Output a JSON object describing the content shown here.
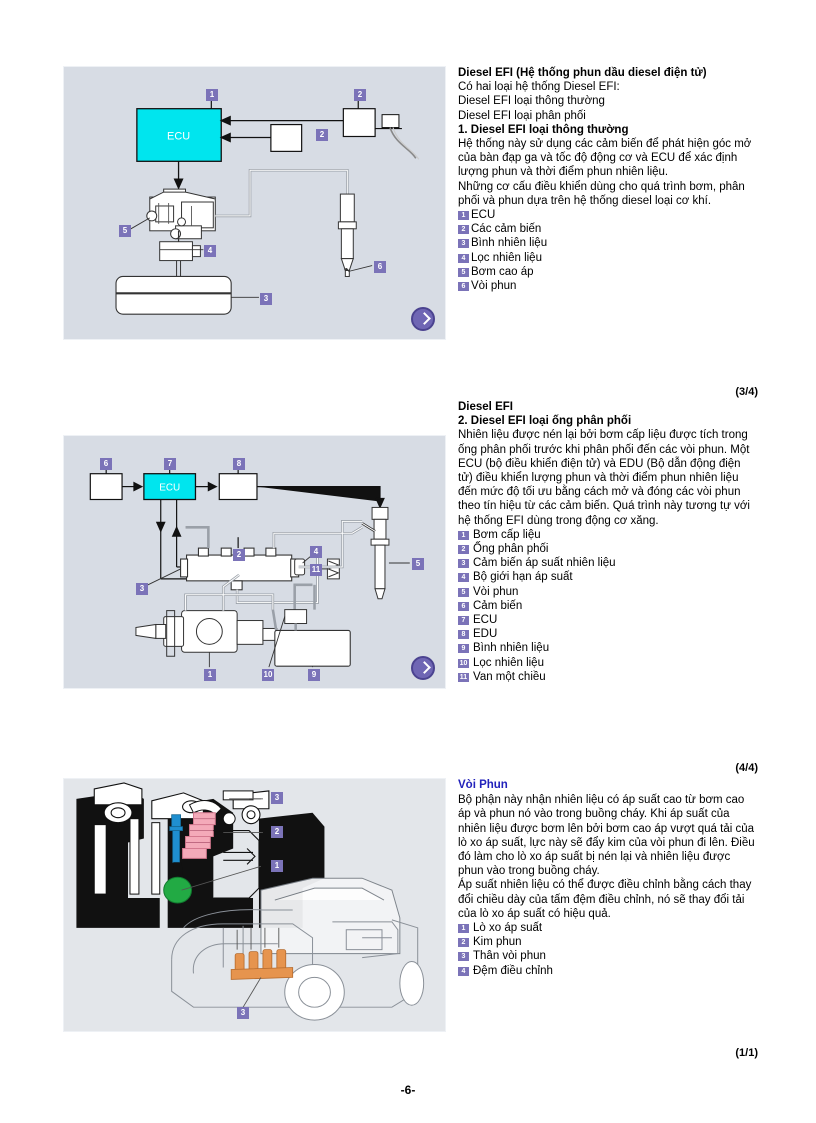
{
  "page": {
    "number": "-6-"
  },
  "sections": [
    {
      "id": "diesel-efi-conventional",
      "heading": "Diesel EFI  (Hệ thống phun dầu diesel điện tử)",
      "paragraphs": [
        "Có hai loại hệ thống Diesel EFI:",
        "Diesel EFI loại thông thường",
        "Diesel EFI loại phân phối"
      ],
      "subheading": "1. Diesel EFI loại thông thường",
      "body": [
        "Hệ thống này sử dụng các cảm biến để phát hiện góc mở của bàn đạp ga và tốc độ động cơ và ECU để xác định lượng phun và thời điểm phun nhiên liệu.",
        "Những cơ cấu điều khiển dùng cho quá trình bơm, phân phối và phun dựa trên hệ thống diesel loại cơ khí."
      ],
      "legend": [
        {
          "n": "1",
          "label": "ECU"
        },
        {
          "n": "2",
          "label": "Các cảm biến"
        },
        {
          "n": "3",
          "label": "Bình nhiên liệu"
        },
        {
          "n": "4",
          "label": "Lọc nhiên liệu"
        },
        {
          "n": "5",
          "label": "Bơm cao áp"
        },
        {
          "n": "6",
          "label": "Vòi phun"
        }
      ],
      "count": "(3/4)"
    },
    {
      "id": "diesel-efi-common-rail",
      "heading": "Diesel EFI",
      "subheading": "2. Diesel EFI loại ống phân phối",
      "body": [
        "Nhiên liệu được nén lại bởi bơm cấp liệu được tích trong ống phân phối trước khi phân phối đến các vòi phun. Một ECU (bộ điều khiển điện tử) và EDU (Bộ dẫn động điện tử) điều khiển lượng phun và thời điểm phun nhiên liệu đến mức độ tối ưu bằng cách mở và đóng các vòi phun theo tín hiệu từ các cảm biến. Quá trình này tương tự với hệ thống EFI dùng trong động cơ xăng."
      ],
      "legend": [
        {
          "n": "1",
          "label": "Bơm cấp liệu"
        },
        {
          "n": "2",
          "label": "Ống phân phối"
        },
        {
          "n": "3",
          "label": "Cảm biến áp suất nhiên liệu"
        },
        {
          "n": "4",
          "label": "Bộ giới hạn áp suất"
        },
        {
          "n": "5",
          "label": "Vòi phun"
        },
        {
          "n": "6",
          "label": "Cảm biến"
        },
        {
          "n": "7",
          "label": "ECU"
        },
        {
          "n": "8",
          "label": "EDU"
        },
        {
          "n": "9",
          "label": "Bình nhiên liệu"
        },
        {
          "n": "10",
          "label": "Lọc nhiên liệu"
        },
        {
          "n": "11",
          "label": "Van một chiều"
        }
      ],
      "count": "(4/4)"
    },
    {
      "id": "voi-phun",
      "heading": "Vòi Phun",
      "body": [
        "Bộ phận này nhận nhiên liệu có áp suất cao từ bơm cao áp và phun nó vào trong buồng cháy. Khi áp suất của nhiên liệu được bơm lên bởi bơm cao áp vượt quá tải của lò xo áp suất, lực này sẽ đẩy kim của vòi phun đi lên. Điều đó làm cho lò xo áp suất bị nén lại và nhiên liệu được phun vào trong buồng cháy.",
        "Áp suất nhiên liệu có thể được điều chỉnh bằng cách thay đổi chiều dày của tấm đệm điều chỉnh, nó sẽ thay đổi tải của lò xo áp suất có hiệu quả."
      ],
      "legend": [
        {
          "n": "1",
          "label": "Lò xo áp suất"
        },
        {
          "n": "2",
          "label": "Kim phun"
        },
        {
          "n": "3",
          "label": "Thân vòi phun"
        },
        {
          "n": "4",
          "label": "Đệm điều chỉnh"
        }
      ],
      "count": "(1/1)"
    }
  ],
  "diagrams": [
    {
      "id": "diagram-conventional-diesel-efi",
      "ecu_label": "ECU",
      "callouts": [
        "1",
        "2",
        "2",
        "3",
        "4",
        "5",
        "6"
      ],
      "next_button": "next-arrow"
    },
    {
      "id": "diagram-common-rail-diesel-efi",
      "ecu_label": "ECU",
      "callouts": [
        "6",
        "7",
        "8",
        "2",
        "4",
        "5",
        "11",
        "3",
        "1",
        "10",
        "9"
      ],
      "next_button": "next-arrow"
    },
    {
      "id": "diagram-injector-cutaway",
      "callouts": [
        "3",
        "2",
        "1",
        "3"
      ]
    }
  ],
  "colors": {
    "panel_bg": "#d7dce4",
    "ecu_fill": "#00e5ee",
    "badge": "#7b73b8",
    "heading_blue": "#2222bb",
    "next_button": "#6f66b4",
    "spring_pink": "#f0a0b0",
    "needle_blue": "#1f8fd0",
    "chamber_green": "#22aa44",
    "engine_orange": "#e08a40"
  }
}
